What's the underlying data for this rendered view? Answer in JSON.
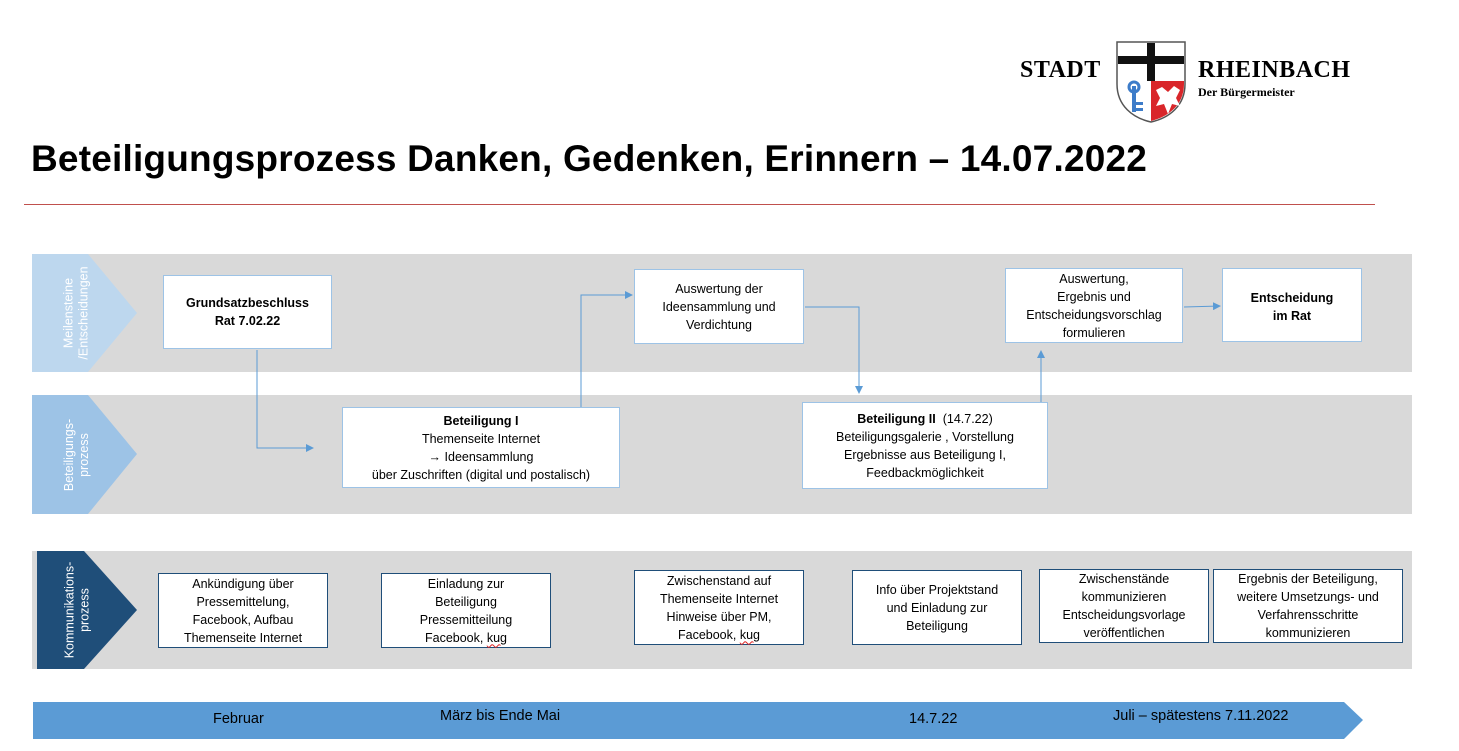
{
  "logo": {
    "word_left": "STADT",
    "word_right": "RHEINBACH",
    "subtitle": "Der Bürgermeister",
    "crest_icon": "coat-of-arms-icon"
  },
  "title": "Beteiligungsprozess Danken, Gedenken, Erinnern – 14.07.2022",
  "colors": {
    "lane_bg": "#d9d9d9",
    "lane1_header": "#bdd7ee",
    "lane2_header": "#9dc3e6",
    "lane3_header": "#1f4e79",
    "timeline": "#5b9bd5",
    "connector": "#5b9bd5",
    "title_rule": "#c0504d"
  },
  "lanes": [
    {
      "label_lines": [
        "Meilensteine",
        "/Entscheidungen"
      ]
    },
    {
      "label_lines": [
        "Beteiligungs-",
        "prozess"
      ]
    },
    {
      "label_lines": [
        "Kommunikations-",
        "prozess"
      ]
    }
  ],
  "milestones": [
    {
      "lines": [
        "Grundsatzbeschluss",
        "Rat 7.02.22"
      ]
    },
    {
      "lines": [
        "Auswertung der",
        "Ideensammlung und",
        "Verdichtung"
      ]
    },
    {
      "lines": [
        "Auswertung,",
        "Ergebnis und",
        "Entscheidungsvorschlag",
        "formulieren"
      ]
    },
    {
      "lines": [
        "Entscheidung",
        "im Rat"
      ]
    }
  ],
  "participation": [
    {
      "heading": "Beteiligung I",
      "lines": [
        "Themenseite Internet",
        "Ideensammlung",
        "über Zuschriften (digital und postalisch)"
      ],
      "arrow_glyph": "→"
    },
    {
      "heading": "Beteiligung II",
      "heading_suffix": "(14.7.22)",
      "lines": [
        "Beteiligungsgalerie , Vorstellung",
        "Ergebnisse aus Beteiligung I,",
        "Feedbackmöglichkeit"
      ]
    }
  ],
  "communication": [
    {
      "lines": [
        "Ankündigung über",
        "Pressemittelung,",
        "Facebook, Aufbau",
        "Themenseite Internet"
      ]
    },
    {
      "lines": [
        "Einladung zur",
        "Beteiligung",
        "Pressemitteilung",
        "Facebook,"
      ],
      "tail": "kug"
    },
    {
      "lines": [
        "Zwischenstand auf",
        "Themenseite Internet",
        "Hinweise über PM,",
        "Facebook,"
      ],
      "tail": "kug"
    },
    {
      "lines": [
        "Info über Projektstand",
        "und Einladung zur",
        "Beteiligung"
      ]
    },
    {
      "lines": [
        "Zwischenstände",
        "kommunizieren",
        "Entscheidungsvorlage",
        "veröffentlichen"
      ]
    },
    {
      "lines": [
        "Ergebnis der Beteiligung,",
        "weitere Umsetzungs- und",
        "Verfahrensschritte",
        "kommunizieren"
      ]
    }
  ],
  "timeline": {
    "labels": [
      "Februar",
      "März bis Ende Mai",
      "14.7.22",
      "Juli – spätestens 7.11.2022"
    ]
  }
}
